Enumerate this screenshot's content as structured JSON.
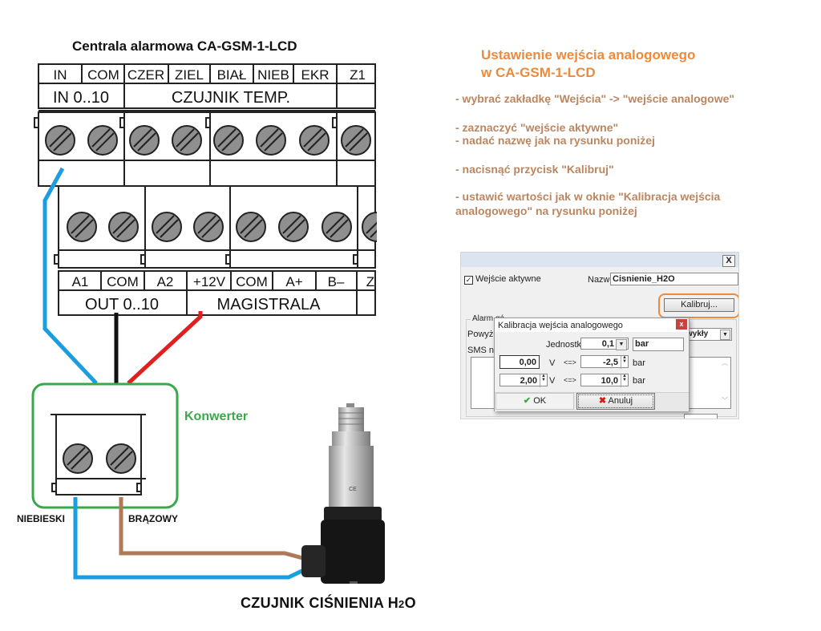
{
  "diagram": {
    "title": "Centrala alarmowa CA-GSM-1-LCD",
    "top_block": {
      "terminal_labels": [
        "IN",
        "COM",
        "CZER",
        "ZIEL",
        "BIAŁ",
        "NIEB",
        "EKR",
        "Z1"
      ],
      "group_labels": [
        "IN 0..10",
        "CZUJNIK TEMP."
      ]
    },
    "bottom_block": {
      "terminal_labels": [
        "A1",
        "COM",
        "A2",
        "+12V",
        "COM",
        "A+",
        "B–",
        "Z"
      ],
      "group_labels": [
        "OUT 0..10",
        "MAGISTRALA"
      ]
    },
    "converter_label": "Konwerter",
    "wire_labels": {
      "blue": "NIEBIESKI",
      "brown": "BRĄZOWY"
    },
    "sensor_label": "CZUJNIK CIŚNIENIA  H",
    "sensor_label_sub": "2",
    "sensor_label_end": "O",
    "wire_colors": {
      "blue": "#1a9ee0",
      "black": "#111111",
      "red": "#e02020",
      "brown": "#b07a58",
      "green": "#3aa84a"
    }
  },
  "instructions": {
    "title_line1": "Ustawienie wejścia analogowego",
    "title_line2": "w CA-GSM-1-LCD",
    "steps": [
      "- wybrać zakładkę \"Wejścia\" -> \"wejście analogowe\"",
      "- zaznaczyć \"wejście aktywne\"",
      "- nadać nazwę jak na rysunku poniżej",
      "- nacisnąć przycisk \"Kalibruj\"",
      "- ustawić wartości jak w oknie \"Kalibracja wejścia",
      "analogowego\" na rysunku poniżej"
    ],
    "title_color": "#ee8a3c",
    "text_color": "#bb8660"
  },
  "window": {
    "close_label": "X",
    "active_checkbox_label": "Wejście aktywne",
    "active_checked": true,
    "name_label": "Nazwa:",
    "name_value": "Cisnienie_H2O",
    "calibrate_button": "Kalibruj...",
    "alarm_group_label": "Alarm gó",
    "above_label": "Powyżej",
    "type_select_value": "wykły",
    "sms_label": "SMS nar"
  },
  "calibration_dialog": {
    "title": "Kalibracja wejścia analogowego",
    "close_label": "x",
    "unit_label": "Jednostka:",
    "unit_step": "0,1",
    "unit_name": "bar",
    "row1": {
      "voltage": "0,00",
      "v_unit": "V",
      "arrow": "<=>",
      "value": "-2,5",
      "unit": "bar"
    },
    "row2": {
      "voltage": "2,00",
      "v_unit": "V",
      "arrow": "<=>",
      "value": "10,0",
      "unit": "bar"
    },
    "ok_label": "OK",
    "cancel_label": "Anuluj"
  }
}
